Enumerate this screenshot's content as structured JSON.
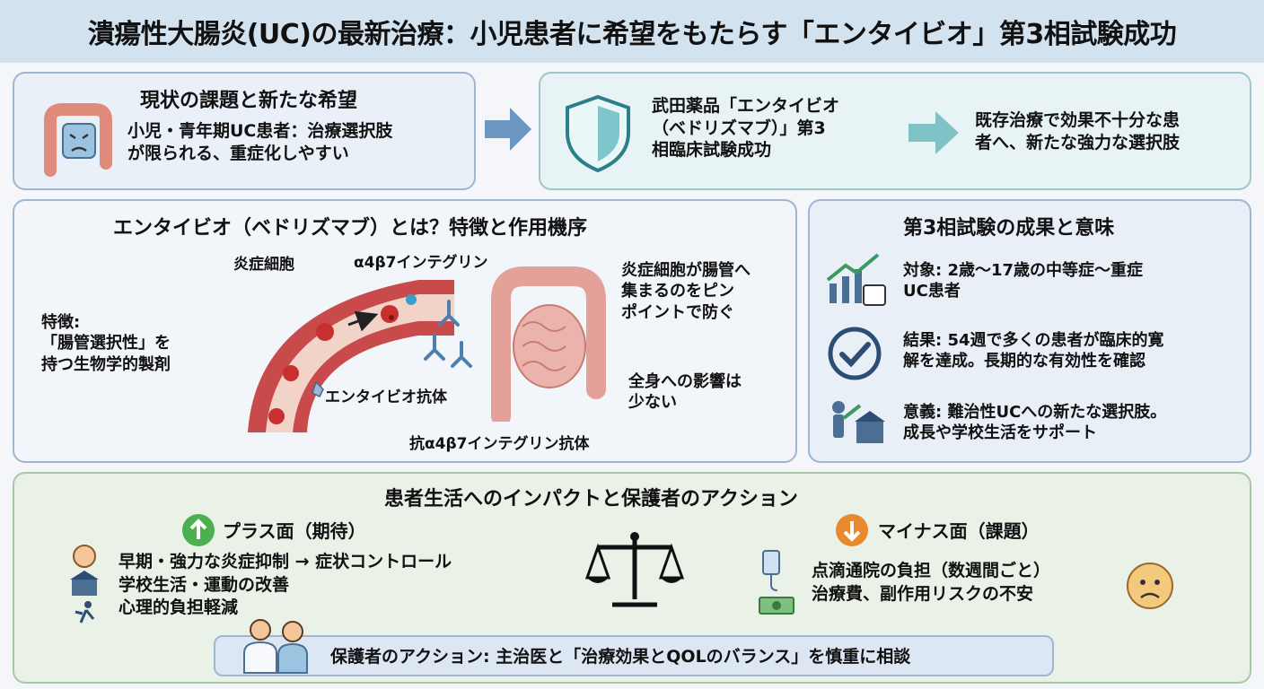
{
  "header": {
    "title": "潰瘍性大腸炎(UC)の最新治療：小児患者に希望をもたらす「エンタイビオ」第3相試験成功"
  },
  "status": {
    "title": "現状の課題と新たな希望",
    "body_line1": "小児・青年期UC患者：治療選択肢",
    "body_line2": "が限られる、重症化しやすい"
  },
  "news": {
    "success_line1": "武田薬品「エンタイビオ",
    "success_line2": "（ベドリズマブ）」第3",
    "success_line3": "相臨床試験成功",
    "option_line1": "既存治療で効果不十分な患",
    "option_line2": "者へ、新たな強力な選択肢"
  },
  "mechanism": {
    "title": "エンタイビオ（ベドリズマブ）とは？特徴と作用機序",
    "feature_line1": "特徴:",
    "feature_line2": "「腸管選択性」を",
    "feature_line3": "持つ生物学的製剤",
    "label_cells": "炎症細胞",
    "label_integrin": "α4β7インテグリン",
    "label_antibody": "エンタイビオ抗体",
    "label_anti": "抗α4β7インテグリン抗体",
    "pinpoint_line1": "炎症細胞が腸管へ",
    "pinpoint_line2": "集まるのをピン",
    "pinpoint_line3": "ポイントで防ぐ",
    "systemic_line1": "全身への影響は",
    "systemic_line2": "少ない"
  },
  "trial": {
    "title": "第3相試験の成果と意味",
    "target_line1": "対象: 2歳〜17歳の中等症〜重症",
    "target_line2": "UC患者",
    "result_line1": "結果: 54週で多くの患者が臨床的寛",
    "result_line2": "解を達成。長期的な有効性を確認",
    "meaning_line1": "意義: 難治性UCへの新たな選択肢。",
    "meaning_line2": "成長や学校生活をサポート"
  },
  "impact": {
    "title": "患者生活へのインパクトと保護者のアクション",
    "plus_title": "プラス面（期待）",
    "plus_items": [
      "早期・強力な炎症抑制 → 症状コントロール",
      "学校生活・運動の改善",
      "心理的負担軽減"
    ],
    "minus_title": "マイナス面（課題）",
    "minus_items": [
      "点滴通院の負担（数週間ごと）",
      "治療費、副作用リスクの不安"
    ],
    "action": "保護者のアクション: 主治医と「治療効果とQOLのバランス」を慎重に相談"
  },
  "colors": {
    "accent_blue": "#5b8bbd",
    "accent_teal": "#6fb8c0",
    "plus_green": "#4caf50",
    "minus_orange": "#e8892e"
  }
}
